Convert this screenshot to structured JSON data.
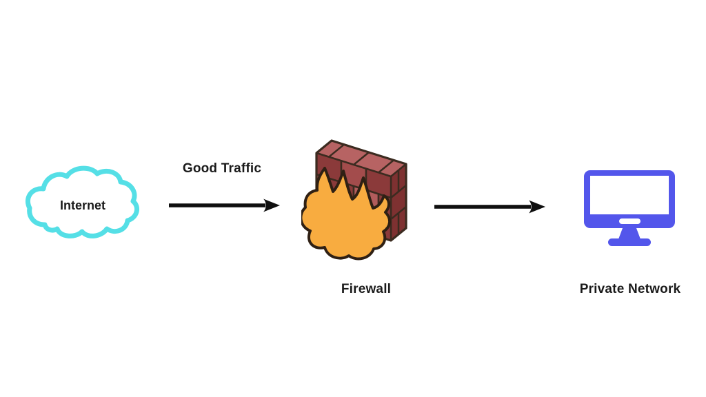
{
  "diagram": {
    "type": "network-security-flow",
    "background": "#ffffff",
    "nodes": {
      "internet": {
        "label": "Internet",
        "icon": "cloud-icon"
      },
      "firewall": {
        "label": "Firewall",
        "icon": "brick-wall-flame-icon"
      },
      "private_network": {
        "label": "Private Network",
        "icon": "monitor-icon"
      }
    },
    "edges": {
      "good_traffic": {
        "label": "Good Traffic",
        "from": "internet",
        "to": "firewall"
      },
      "firewall_to_private": {
        "label": "",
        "from": "firewall",
        "to": "private_network"
      }
    },
    "colors": {
      "cloud_stroke": "#55dfe6",
      "cloud_fill": "#ffffff",
      "flame_fill": "#f8ac40",
      "flame_outline": "#2f2014",
      "brick_medium": "#a34c4c",
      "brick_dark": "#8b3a3a",
      "brick_light_top": "#b76363",
      "brick_side": "#7e3131",
      "brick_outline": "#3b2b20",
      "monitor_blue": "#5356eb",
      "arrow_color": "#0f0f0f",
      "text_color": "#1a1a1a"
    }
  }
}
